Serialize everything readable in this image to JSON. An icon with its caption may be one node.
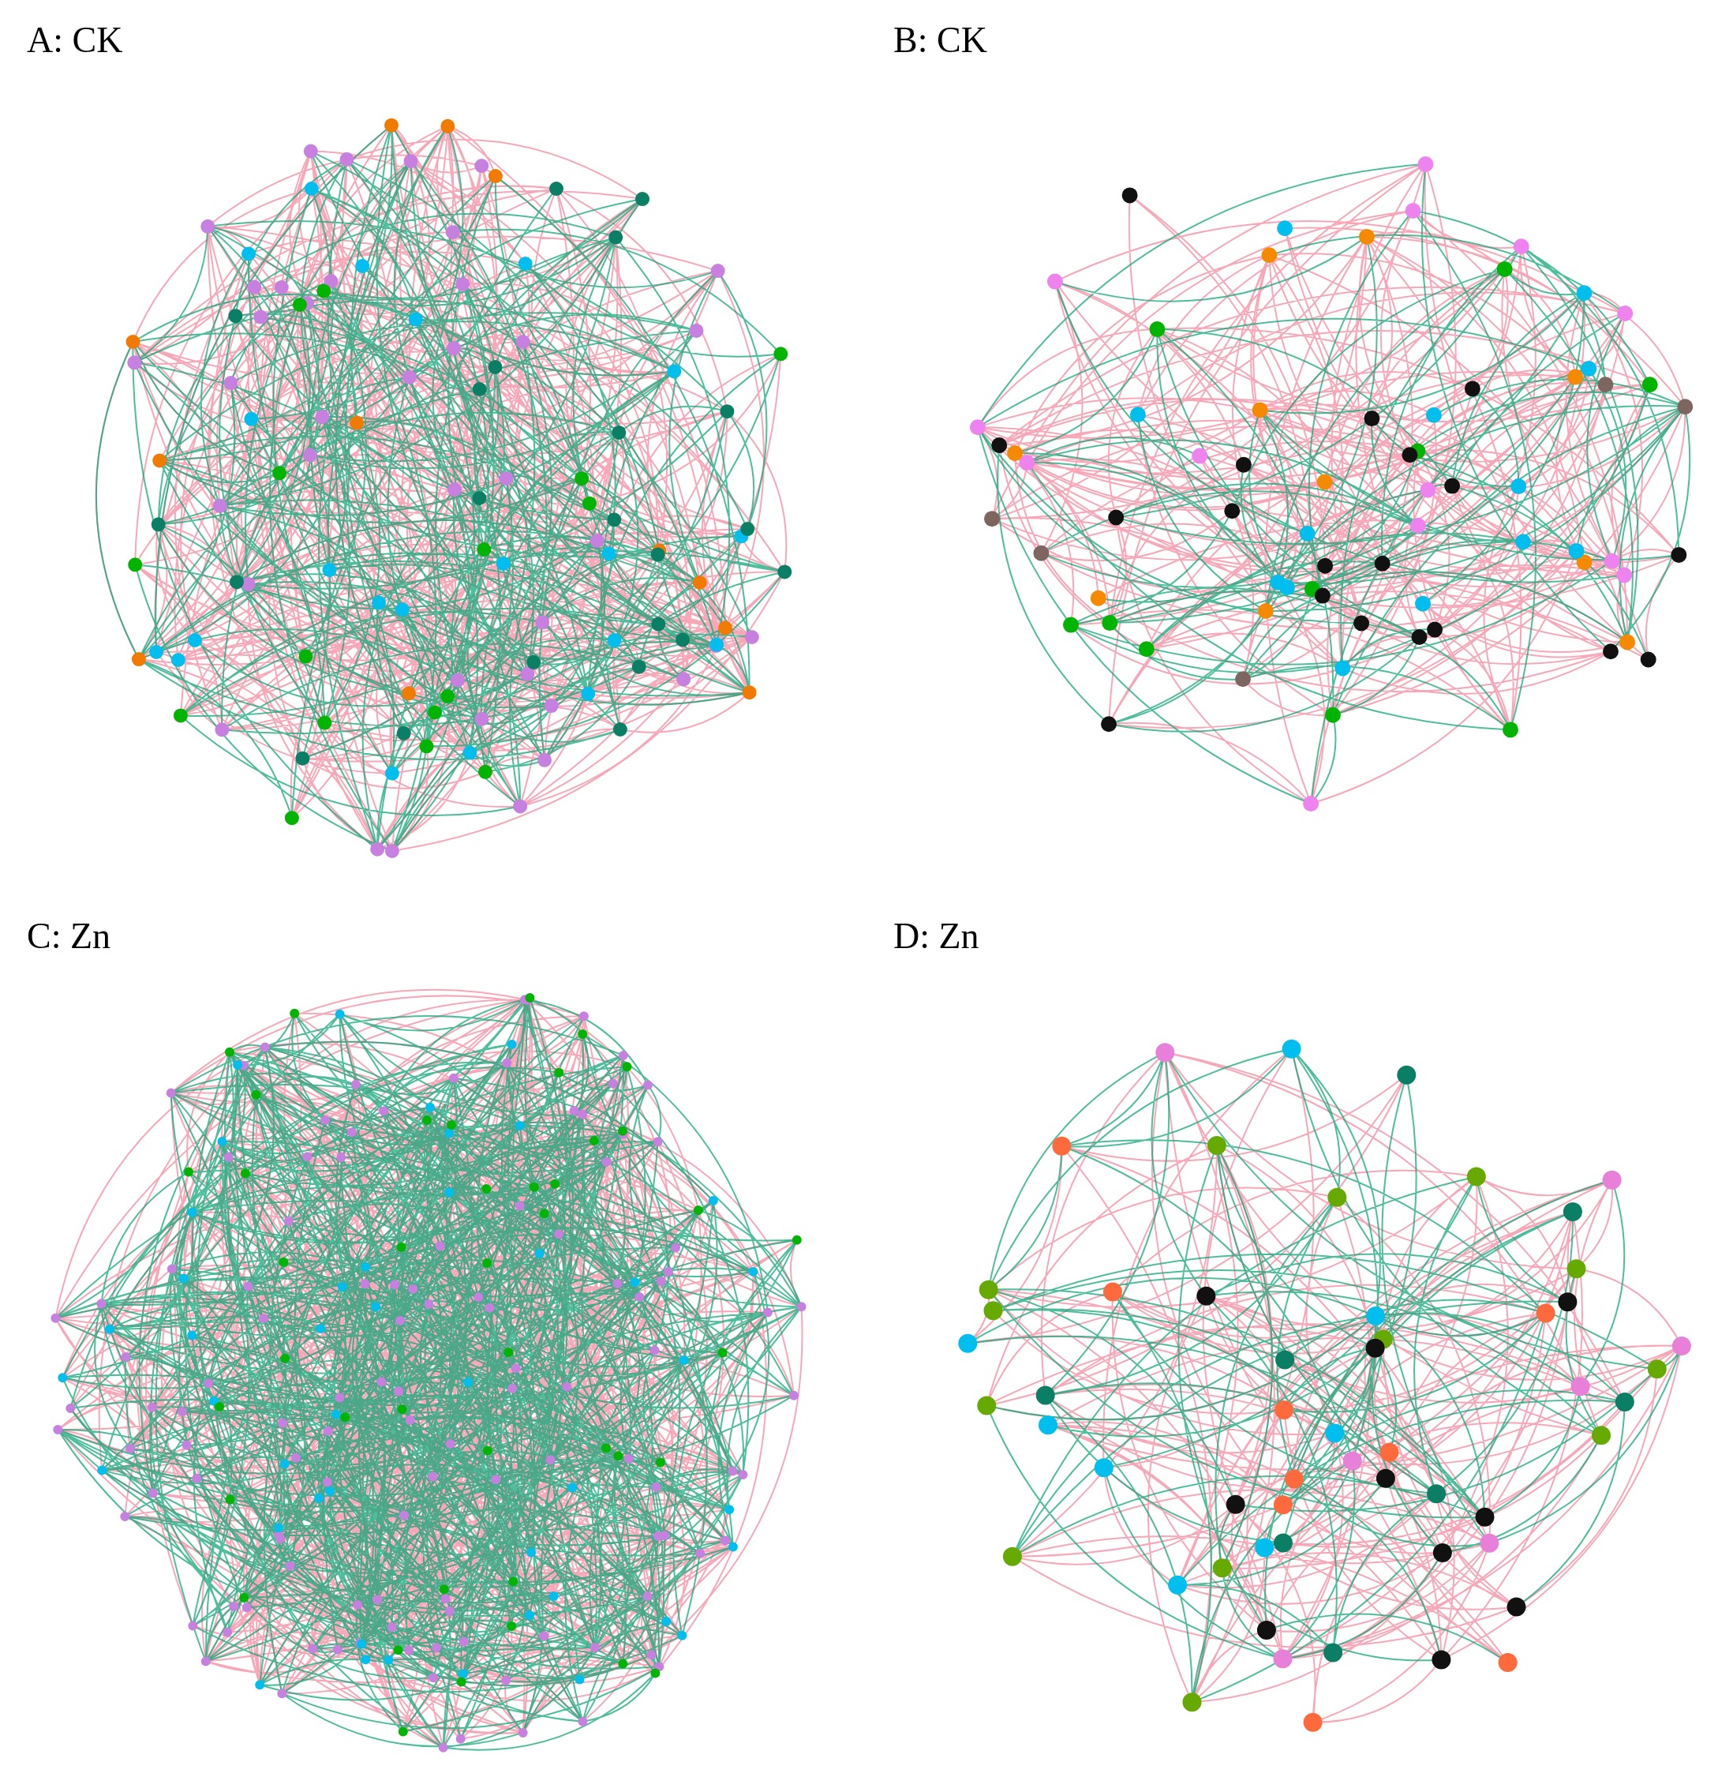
{
  "diagram": {
    "labels": [
      "A: CK",
      "B: CK",
      "C: Zn",
      "D: Zn"
    ]
  }
}
